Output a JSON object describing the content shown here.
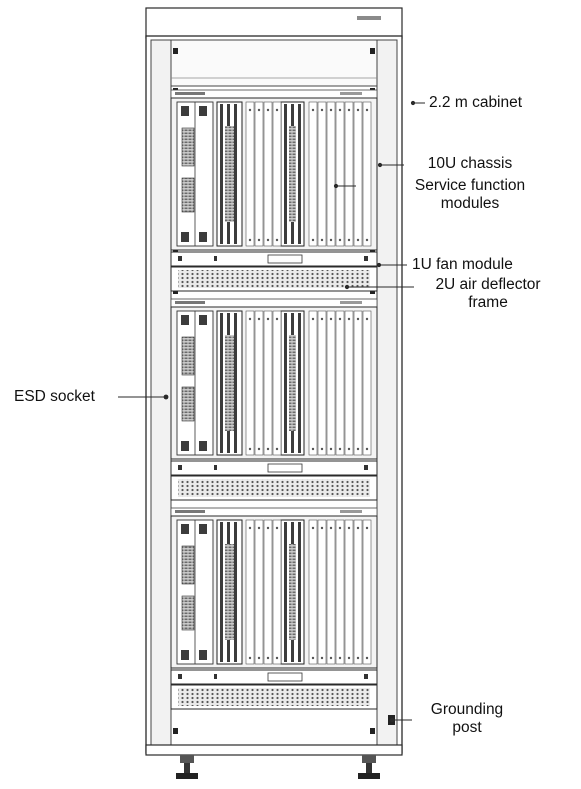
{
  "labels": {
    "cabinet": "2.2 m cabinet",
    "chassis": "10U chassis",
    "service_modules": [
      "Service function",
      "modules"
    ],
    "fan_module": "1U fan module",
    "air_deflector": [
      "2U air deflector",
      "frame"
    ],
    "esd_socket": "ESD socket",
    "grounding_post": [
      "Grounding",
      "post"
    ]
  },
  "chassis_count": 3,
  "colors": {
    "line": "#2a2a2a",
    "frame_fill": "#f4f4f4",
    "board_fill": "#e8e8e8",
    "dark_module": "#3c3c3c",
    "vent_fill": "#d8d8d8"
  }
}
